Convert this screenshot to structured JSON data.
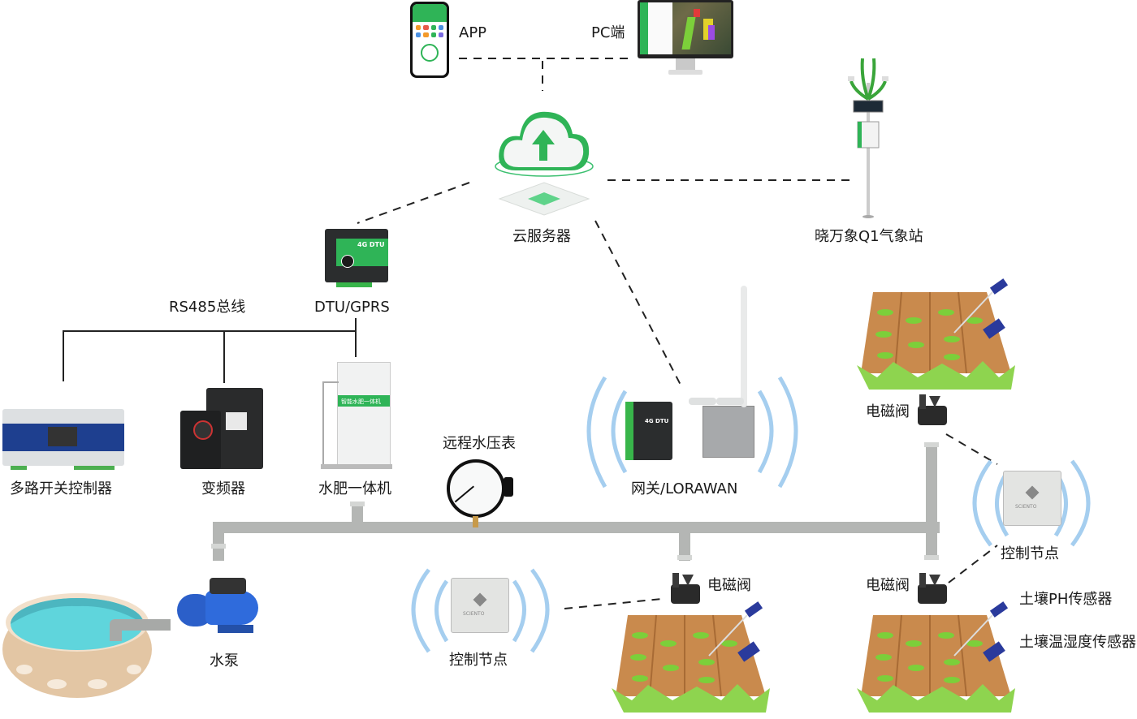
{
  "diagram": {
    "type": "smart-irrigation-iot-topology",
    "nodes": {
      "app": {
        "label": "APP",
        "icon": "smartphone-icon"
      },
      "pc": {
        "label": "PC端",
        "icon": "monitor-icon"
      },
      "cloud": {
        "label": "云服务器",
        "icon": "cloud-upload-icon"
      },
      "weather": {
        "label": "晓万象Q1气象站",
        "icon": "weather-station-icon"
      },
      "dtu": {
        "label": "DTU/GPRS",
        "icon": "dtu-device-icon",
        "device_text": "4G DTU"
      },
      "bus": {
        "label": "RS485总线"
      },
      "switch_ctrl": {
        "label": "多路开关控制器",
        "icon": "switch-controller-icon"
      },
      "inverter": {
        "label": "变频器",
        "icon": "inverter-icon"
      },
      "fertigation": {
        "label": "水肥一体机",
        "icon": "fertigation-machine-icon",
        "device_text": "智能水肥一体机"
      },
      "gateway": {
        "label": "网关/LORAWAN",
        "icon": "lora-gateway-icon",
        "device_text": "4G DTU"
      },
      "pressure": {
        "label": "远程水压表",
        "icon": "pressure-gauge-icon"
      },
      "pump": {
        "label": "水泵",
        "icon": "water-pump-icon"
      },
      "node_bottom": {
        "label": "控制节点",
        "icon": "control-node-icon",
        "device_text": "SCIENTO"
      },
      "node_right": {
        "label": "控制节点",
        "icon": "control-node-icon",
        "device_text": "SCIENTO"
      },
      "valve_top_right": {
        "label": "电磁阀",
        "icon": "solenoid-valve-icon"
      },
      "valve_bottom_mid": {
        "label": "电磁阀",
        "icon": "solenoid-valve-icon"
      },
      "valve_bottom_right": {
        "label": "电磁阀",
        "icon": "solenoid-valve-icon"
      },
      "ph_sensor": {
        "label": "土壤PH传感器",
        "icon": "ph-sensor-icon"
      },
      "temp_hum_sensor": {
        "label": "土壤温湿度传感器",
        "icon": "soil-sensor-icon"
      }
    },
    "edges": [
      {
        "from": "app",
        "to": "pc",
        "style": "dashed"
      },
      {
        "from": "app-pc-link",
        "to": "cloud",
        "style": "dashed"
      },
      {
        "from": "cloud",
        "to": "weather",
        "style": "dashed"
      },
      {
        "from": "cloud",
        "to": "dtu",
        "style": "dashed"
      },
      {
        "from": "cloud",
        "to": "gateway",
        "style": "dashed"
      },
      {
        "from": "dtu",
        "to": "switch_ctrl",
        "style": "solid"
      },
      {
        "from": "dtu",
        "to": "inverter",
        "style": "solid"
      },
      {
        "from": "dtu",
        "to": "fertigation",
        "style": "solid"
      },
      {
        "from": "node_bottom",
        "to": "valve_bottom_mid",
        "style": "dashed"
      },
      {
        "from": "node_right",
        "to": "valve_top_right",
        "style": "dashed"
      },
      {
        "from": "node_right",
        "to": "valve_bottom_right",
        "style": "dashed"
      }
    ],
    "colors": {
      "brand_green": "#2fb457",
      "pipe": "#b4b6b4",
      "water": "#5fd5dc",
      "soil": "#c98a4d",
      "plant": "#7ccf3a",
      "signal": "#8ec3ec",
      "sensor": "#2a3a9c"
    }
  }
}
